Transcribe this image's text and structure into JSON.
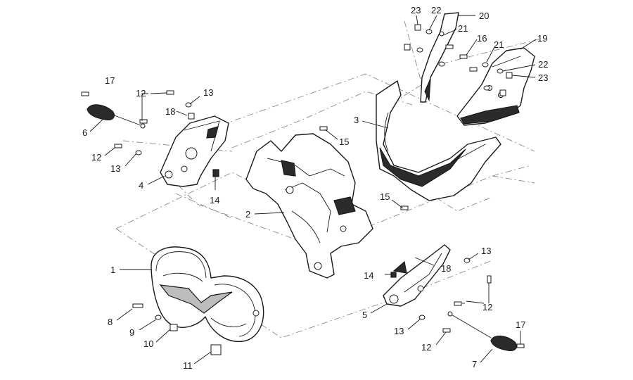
{
  "callouts": [
    {
      "id": "c1",
      "text": "1"
    },
    {
      "id": "c2",
      "text": "2"
    },
    {
      "id": "c3",
      "text": "3"
    },
    {
      "id": "c4",
      "text": "4"
    },
    {
      "id": "c5",
      "text": "5"
    },
    {
      "id": "c6",
      "text": "6"
    },
    {
      "id": "c7",
      "text": "7"
    },
    {
      "id": "c8",
      "text": "8"
    },
    {
      "id": "c9",
      "text": "9"
    },
    {
      "id": "c10",
      "text": "10"
    },
    {
      "id": "c11",
      "text": "11"
    },
    {
      "id": "c12a",
      "text": "12"
    },
    {
      "id": "c12b",
      "text": "12"
    },
    {
      "id": "c12c",
      "text": "12"
    },
    {
      "id": "c12d",
      "text": "12"
    },
    {
      "id": "c13a",
      "text": "13"
    },
    {
      "id": "c13b",
      "text": "13"
    },
    {
      "id": "c13c",
      "text": "13"
    },
    {
      "id": "c13d",
      "text": "13"
    },
    {
      "id": "c14a",
      "text": "14"
    },
    {
      "id": "c14b",
      "text": "14"
    },
    {
      "id": "c15a",
      "text": "15"
    },
    {
      "id": "c15b",
      "text": "15"
    },
    {
      "id": "c16",
      "text": "16"
    },
    {
      "id": "c17a",
      "text": "17"
    },
    {
      "id": "c17b",
      "text": "17"
    },
    {
      "id": "c18a",
      "text": "18"
    },
    {
      "id": "c18b",
      "text": "18"
    },
    {
      "id": "c19",
      "text": "19"
    },
    {
      "id": "c20",
      "text": "20"
    },
    {
      "id": "c21a",
      "text": "21"
    },
    {
      "id": "c21b",
      "text": "21"
    },
    {
      "id": "c22a",
      "text": "22"
    },
    {
      "id": "c22b",
      "text": "22"
    },
    {
      "id": "c23a",
      "text": "23"
    },
    {
      "id": "c23b",
      "text": "23"
    }
  ]
}
